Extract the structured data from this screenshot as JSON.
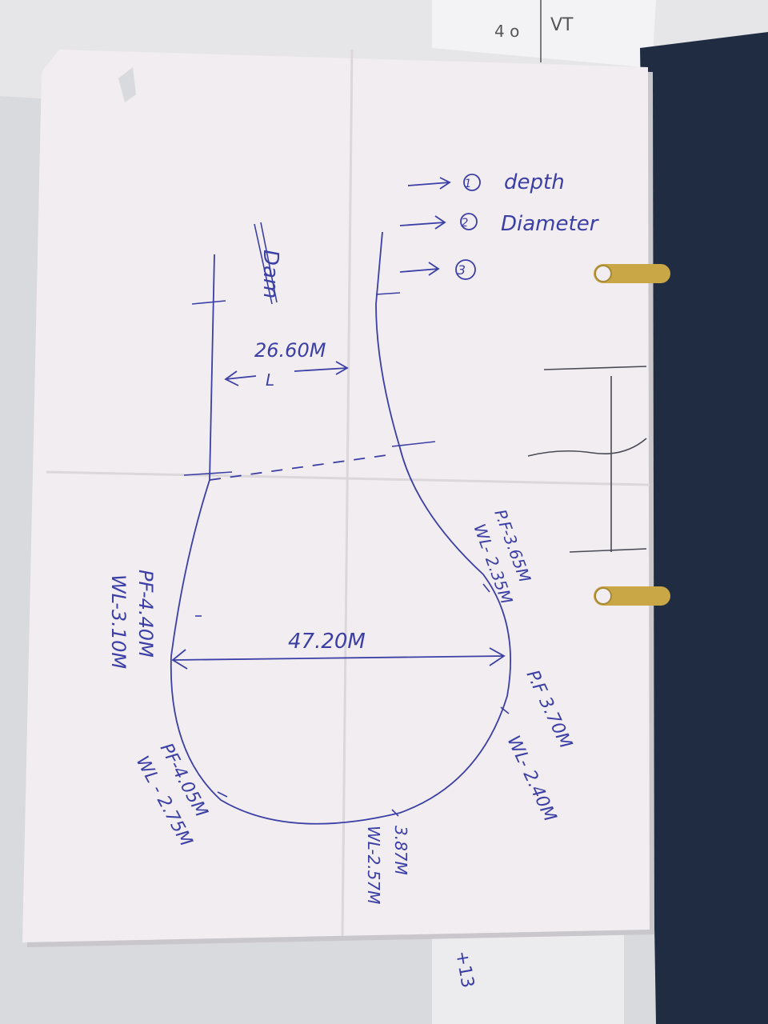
{
  "colors": {
    "desk": "#d9dadd",
    "paper": "#f1edf0",
    "paper_shadow": "#c9c6cc",
    "ink": "#3b3fa6",
    "pencil": "#4a4a55",
    "binder": "#1e2b40",
    "ring": "#c9a646"
  },
  "sketch": {
    "legend": {
      "item1_num": "1",
      "item1_text": "depth",
      "item2_num": "2",
      "item2_text": "Diameter",
      "item3_num": "3"
    },
    "dam_label": "Dam",
    "neck_width": "26.60M",
    "neck_arrow_label": "L",
    "diameter": "47.20M",
    "point_a_pf": "P.F-3.65M",
    "point_a_wl": "WL- 2.35M",
    "point_b_pf": "P.F 3.70M",
    "point_b_wl": "WL- 2.40M",
    "point_c_pf": "3.87M",
    "point_c_wl": "WL-2.57M",
    "point_d_pf": "PF-4.05M",
    "point_d_wl": "WL - 2.75M",
    "point_e_pf": "PF-4.40M",
    "point_e_wl": "WL-3.10M"
  },
  "background_marks": {
    "top_left_1": "VT",
    "top_left_2": "4 o",
    "bottom_right": "+13"
  }
}
